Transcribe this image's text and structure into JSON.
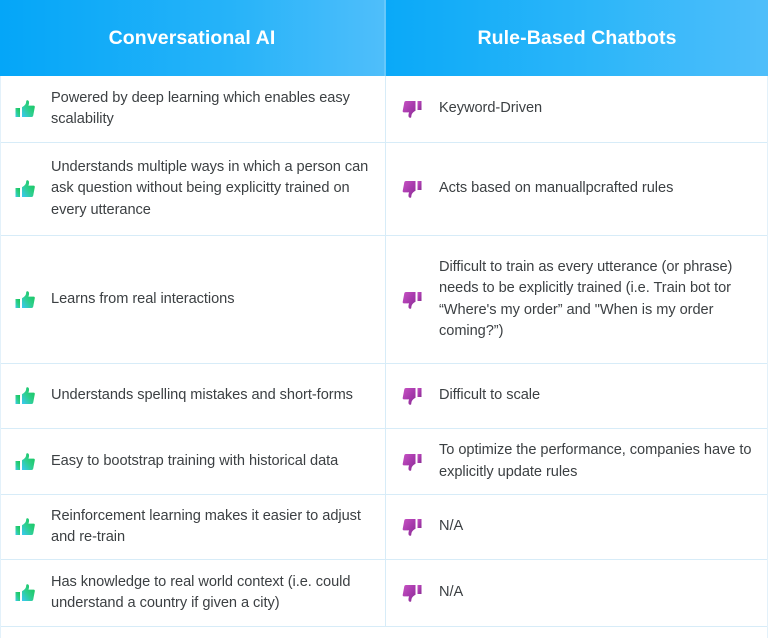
{
  "header": {
    "left_label": "Conversational AI",
    "right_label": "Rule-Based Chatbots",
    "gradient_start": "#04a6f8",
    "gradient_end": "#4fbefa",
    "text_color": "#ffffff"
  },
  "icons": {
    "positive": "thumbs-up-icon",
    "negative": "thumbs-down-icon",
    "positive_color_start": "#39c6f6",
    "positive_color_end": "#16c65a",
    "negative_color_start": "#c74fc0",
    "negative_color_end": "#8e2f96"
  },
  "colors": {
    "row_divider": "#d7ecf8",
    "body_text": "#3c4043",
    "background": "#ffffff"
  },
  "rows": [
    {
      "left": "Powered by deep learning which enables easy scalability",
      "right": "Keyword-Driven"
    },
    {
      "left": "Understands multiple ways in which a person can ask question without being explicitty trained on every utterance",
      "right": "Acts based on manuallpcrafted rules"
    },
    {
      "left": "Learns from real interactions",
      "right": "Difficult to train as every utterance (or phrase) needs to be explicitly trained (i.e. Train bot tor “Where's my order” and \"When is my order coming?”)"
    },
    {
      "left": "Understands spellinq mistakes and short-forms",
      "right": "Difficult to scale"
    },
    {
      "left": "Easy to bootstrap training with historical data",
      "right": "To optimize the performance, companies have to explicitly update rules"
    },
    {
      "left": "Reinforcement learning makes it easier to adjust and re-train",
      "right": "N/A"
    },
    {
      "left": "Has knowledge to real world context (i.e. could understand a country if given a city)",
      "right": "N/A"
    }
  ]
}
